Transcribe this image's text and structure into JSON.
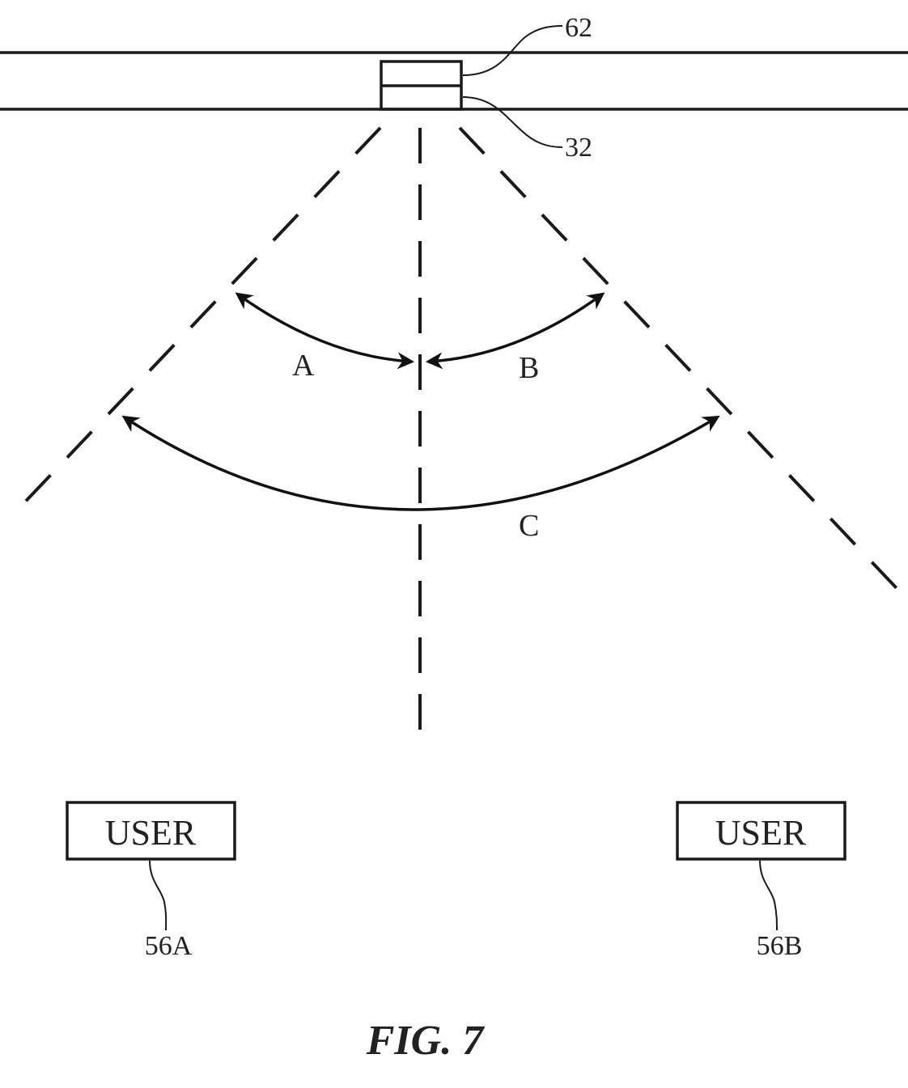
{
  "figure": {
    "title": "FIG. 7",
    "ref_device": "62",
    "ref_sensor": "32",
    "angle_labels": {
      "a": "A",
      "b": "B",
      "c": "C"
    },
    "users": [
      {
        "label": "USER",
        "ref": "56A"
      },
      {
        "label": "USER",
        "ref": "56B"
      }
    ]
  }
}
